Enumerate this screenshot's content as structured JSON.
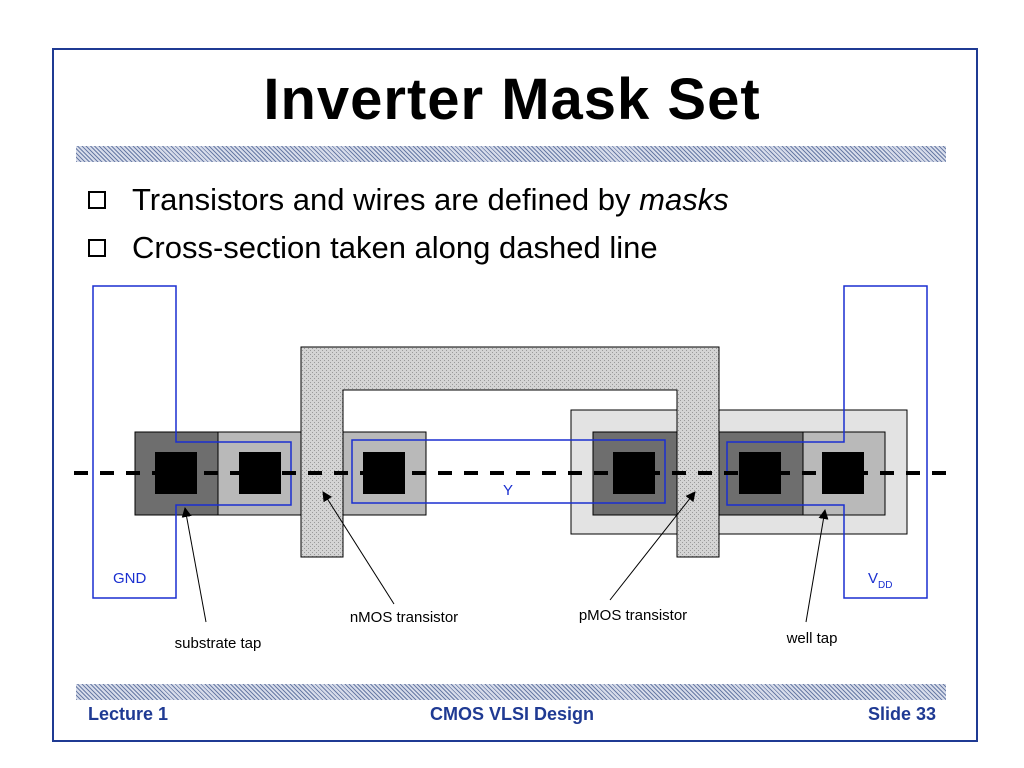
{
  "slide": {
    "title": "Inverter Mask Set",
    "bullets": [
      {
        "text": "Transistors and wires are defined by ",
        "emphasis": "masks"
      },
      {
        "text": "Cross-section taken along dashed line",
        "emphasis": ""
      }
    ]
  },
  "diagram": {
    "labels": {
      "gnd": "GND",
      "vdd_main": "V",
      "vdd_sub": "DD",
      "output": "Y",
      "substrate_tap": "substrate tap",
      "nmos": "nMOS transistor",
      "pmos": "pMOS transistor",
      "well_tap": "well tap"
    }
  },
  "footer": {
    "left": "Lecture 1",
    "center": "CMOS VLSI Design",
    "right": "Slide 33"
  },
  "colors": {
    "accent": "#1f3a93",
    "metal": "#1a2fd0",
    "n_diffusion": "#6e6e6e",
    "p_diffusion": "#b9b9b9",
    "n_well": "#e3e3e3",
    "polysilicon": "#d2d2d2",
    "contact": "#000000"
  }
}
